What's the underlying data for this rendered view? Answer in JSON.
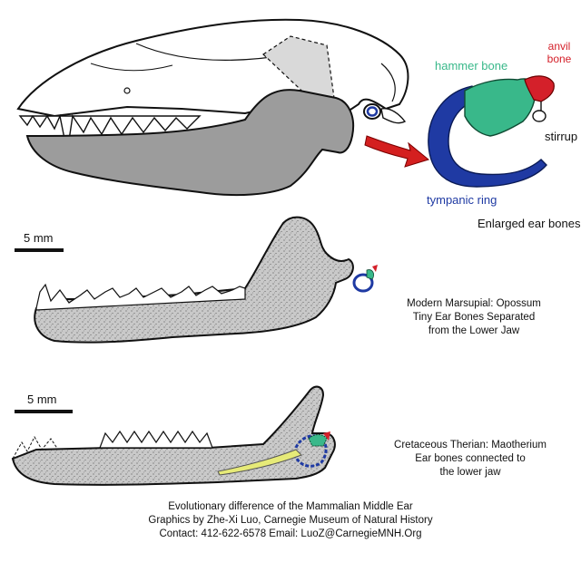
{
  "colors": {
    "hammer": "#39b88a",
    "anvil": "#d4202a",
    "ring": "#1f3aa3",
    "arrow": "#d41f1f",
    "jaw_fill": "#b9b9b9",
    "meckel": "#e6ea78"
  },
  "ear_labels": {
    "hammer": "hammer bone",
    "anvil_line1": "anvil",
    "anvil_line2": "bone",
    "stirrup": "stirrup",
    "tympanic": "tympanic ring",
    "enlarged": "Enlarged ear bones"
  },
  "scale_bars": {
    "first": "5 mm",
    "second": "5 mm"
  },
  "captions": {
    "opossum": [
      "Modern Marsupial: Opossum",
      "Tiny Ear Bones Separated",
      "from the Lower Jaw"
    ],
    "maotherium": [
      "Cretaceous Therian: Maotherium",
      "Ear bones connected to",
      "the lower jaw"
    ]
  },
  "footer": [
    "Evolutionary difference of the Mammalian Middle Ear",
    "Graphics by Zhe-Xi Luo, Carnegie Museum of Natural History",
    "Contact: 412-622-6578 Email: LuoZ@CarnegieMNH.Org"
  ]
}
